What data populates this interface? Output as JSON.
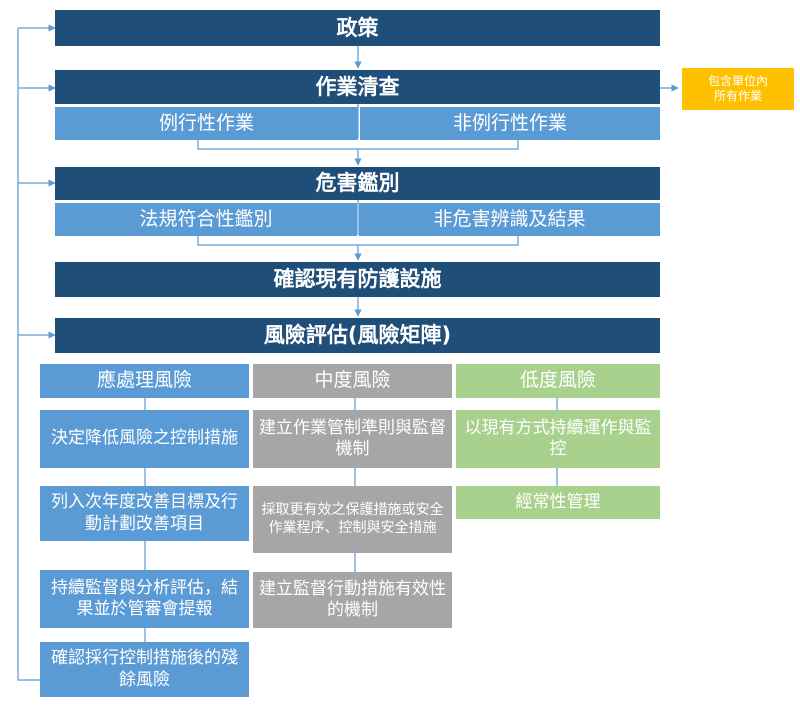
{
  "colors": {
    "dark_blue": "#1f4e79",
    "light_blue": "#5b9bd5",
    "gray": "#a6a6a6",
    "green": "#a9d18e",
    "note_yellow": "#ffc000"
  },
  "main_steps": {
    "policy": "政策",
    "job_survey": "作業清查",
    "hazard_identification": "危害鑑別",
    "confirm_protection": "確認現有防護設施",
    "risk_assessment": "風險評估(風險矩陣)"
  },
  "job_survey_sub": {
    "routine": "例行性作業",
    "non_routine": "非例行性作業"
  },
  "hazard_sub": {
    "regulation": "法規符合性鑑別",
    "non_hazard": "非危害辨識及結果"
  },
  "note": {
    "line1": "包含單位內",
    "line2": "所有作業"
  },
  "high_risk": {
    "title": "應處理風險",
    "steps": [
      "決定降低風險之控制措施",
      "列入次年度改善目標及行動計劃改善項目",
      "持續監督與分析評估，結果並於管審會提報",
      "確認採行控制措施後的殘餘風險"
    ]
  },
  "medium_risk": {
    "title": "中度風險",
    "steps": [
      "建立作業管制準則與監督機制",
      "採取更有效之保護措施或安全作業程序、控制與安全措施",
      "建立監督行動措施有效性的機制"
    ]
  },
  "low_risk": {
    "title": "低度風險",
    "steps": [
      "以現有方式持續運作與監控",
      "經常性管理"
    ]
  }
}
